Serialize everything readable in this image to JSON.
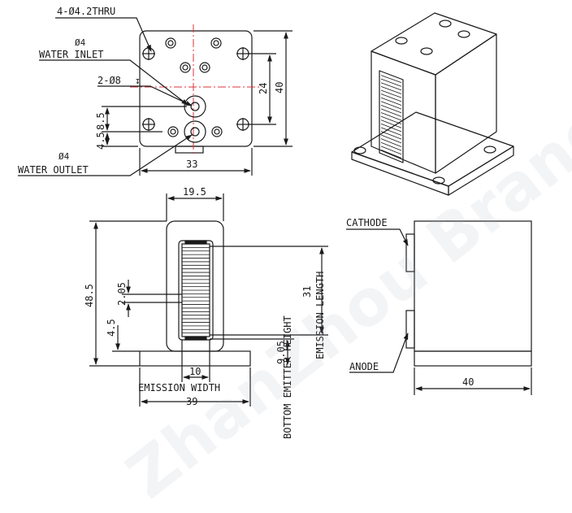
{
  "colors": {
    "line": "#1a1a1a",
    "centerline": "#d9363e",
    "watermark": "#aab2bf",
    "background": "#ffffff"
  },
  "top_view": {
    "callout_holes": "4-Ø4.2THRU",
    "callout_inlet_size": "Ø4",
    "callout_inlet": "WATER INLET",
    "callout_counterbore": "2-Ø8",
    "callout_outlet_size": "Ø4",
    "callout_outlet": "WATER OUTLET",
    "dim_width": "33",
    "dim_height": "40",
    "dim_24": "24",
    "dim_8_5": "8.5",
    "dim_4_5": "4.5"
  },
  "front_view": {
    "dim_top_width": "19.5",
    "dim_height": "48.5",
    "dim_pitch": "2.05",
    "dim_base": "4.5",
    "dim_emission_length_value": "31",
    "label_emission_length": "EMISSION LENGTH",
    "dim_emitter_height_value": "9.05",
    "label_emitter_height": "BOTTOM EMITTER HEIGHT",
    "dim_emission_width_value": "10",
    "label_emission_width": "EMISSION WIDTH",
    "dim_base_width": "39"
  },
  "side_view": {
    "label_cathode": "CATHODE",
    "label_anode": "ANODE",
    "dim_width": "40"
  },
  "watermark": "ZhanZhou BrandNew"
}
